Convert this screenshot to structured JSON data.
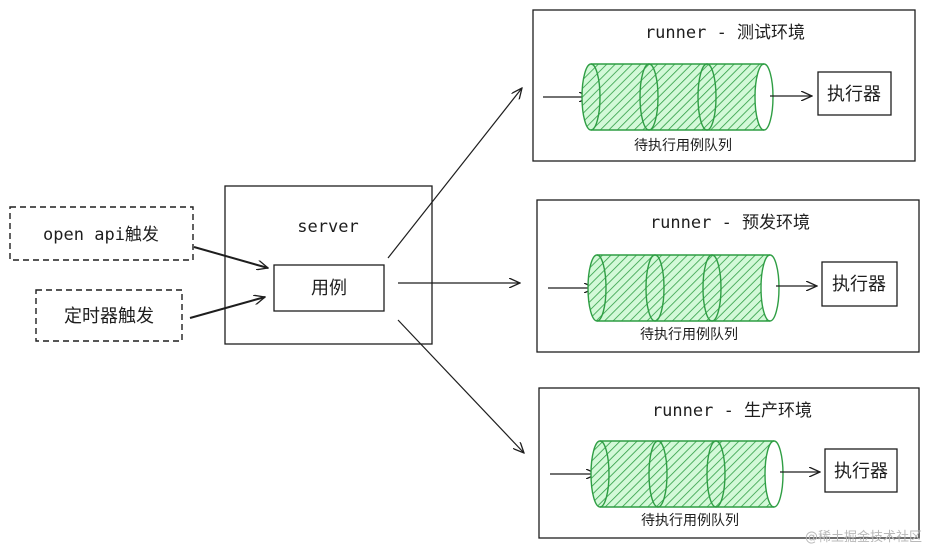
{
  "triggers": {
    "open_api": "open api触发",
    "timer": "定时器触发"
  },
  "server": {
    "title": "server",
    "case_label": "用例"
  },
  "runners": [
    {
      "title": "runner - 测试环境",
      "queue_label": "待执行用例队列",
      "executor_label": "执行器"
    },
    {
      "title": "runner - 预发环境",
      "queue_label": "待执行用例队列",
      "executor_label": "执行器"
    },
    {
      "title": "runner - 生产环境",
      "queue_label": "待执行用例队列",
      "executor_label": "执行器"
    }
  ],
  "watermark": "@稀土掘金技术社区",
  "colors": {
    "stroke": "#1e1e1e",
    "queue_stroke": "#2f9e44",
    "queue_fill": "#b2f2bb"
  }
}
